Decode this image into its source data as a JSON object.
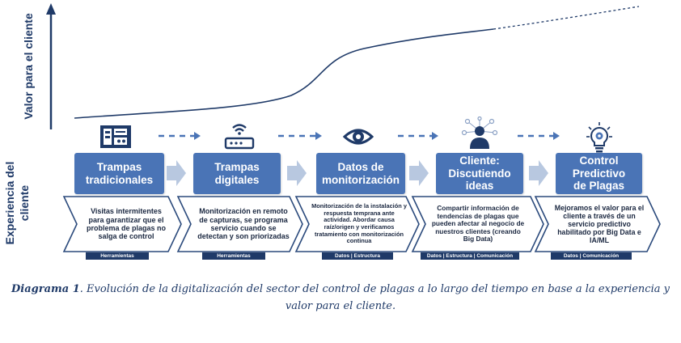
{
  "axes": {
    "y_top_label": "Valor para el cliente",
    "y_bottom_label_line1": "Experiencia del",
    "y_bottom_label_line2": "cliente"
  },
  "stages": [
    {
      "title": "Trampas tradicionales",
      "icon": "trap-device-icon",
      "description": "Visitas intermitentes para garantizar que el problema de plagas no salga de control",
      "tag": "Herramientas"
    },
    {
      "title": "Trampas digitales",
      "icon": "router-wifi-icon",
      "description": "Monitorización en remoto de capturas, se programa servicio cuando se detectan y son priorizadas",
      "tag": "Herramientas"
    },
    {
      "title": "Datos de monitorización",
      "icon": "eye-icon",
      "description": "Monitorización de la instalación y respuesta temprana ante actividad. Abordar causa raíz/origen y verificamos tratamiento con monitorización continua",
      "tag": "Datos | Estructura"
    },
    {
      "title": "Cliente: Discutiendo ideas",
      "icon": "person-network-icon",
      "description": "Compartir información de tendencias de plagas que pueden afectar al negocio de nuestros clientes (creando Big Data)",
      "tag": "Datos | Estructura | Comunicación"
    },
    {
      "title": "Control Predictivo de Plagas",
      "icon": "lightbulb-gear-icon",
      "description": "Mejoramos el valor para el cliente a través de un servicio predictivo habilitado por Big Data e IA/ML",
      "tag": "Datos | Comunicación"
    }
  ],
  "caption": {
    "bold": "Diagrama 1",
    "text": ". Evolución de la digitalización del sector del control de plagas a lo largo del tiempo en base a la experiencia y valor para el cliente."
  },
  "colors": {
    "accent": "#4a74b6",
    "dark": "#1f3a68",
    "arrow": "#b8c8e0"
  }
}
